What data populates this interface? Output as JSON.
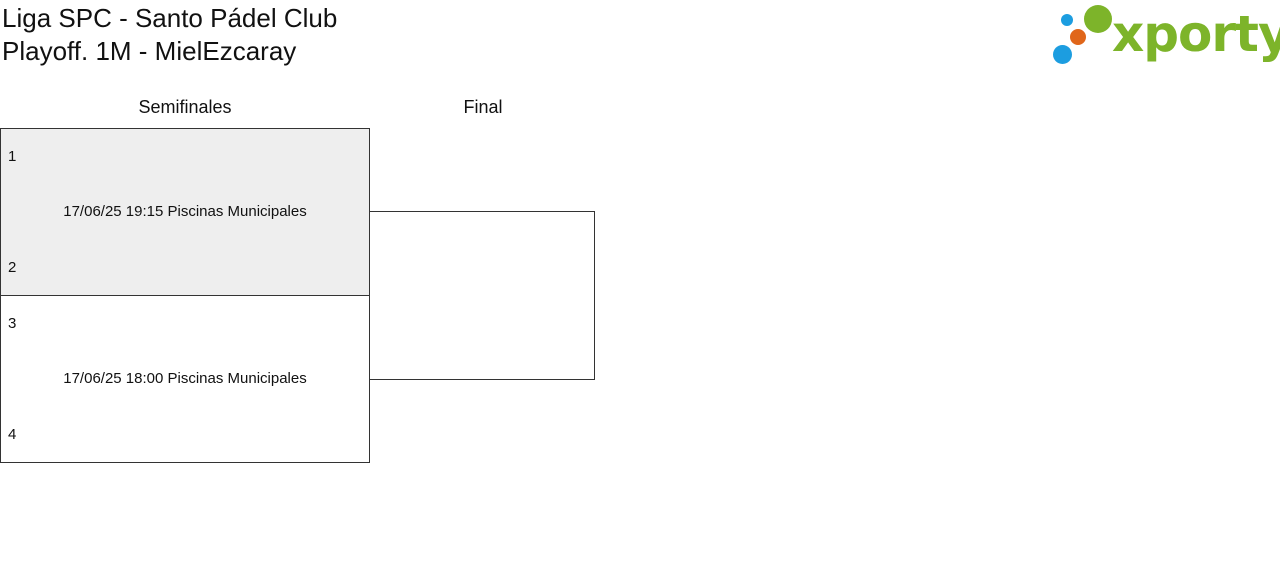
{
  "header": {
    "title_line1": "Liga SPC - Santo Pádel Club",
    "title_line2": "Playoff. 1M - MielEzcaray"
  },
  "logo": {
    "text": "xporty",
    "colors": {
      "green": "#7db42a",
      "orange": "#e0661a",
      "blue": "#1c9de0"
    }
  },
  "rounds": {
    "semis_label": "Semifinales",
    "final_label": "Final"
  },
  "matches": [
    {
      "seed_top": "1",
      "seed_bottom": "2",
      "info": "17/06/25 19:15 Piscinas Municipales"
    },
    {
      "seed_top": "3",
      "seed_bottom": "4",
      "info": "17/06/25 18:00 Piscinas Municipales"
    }
  ]
}
